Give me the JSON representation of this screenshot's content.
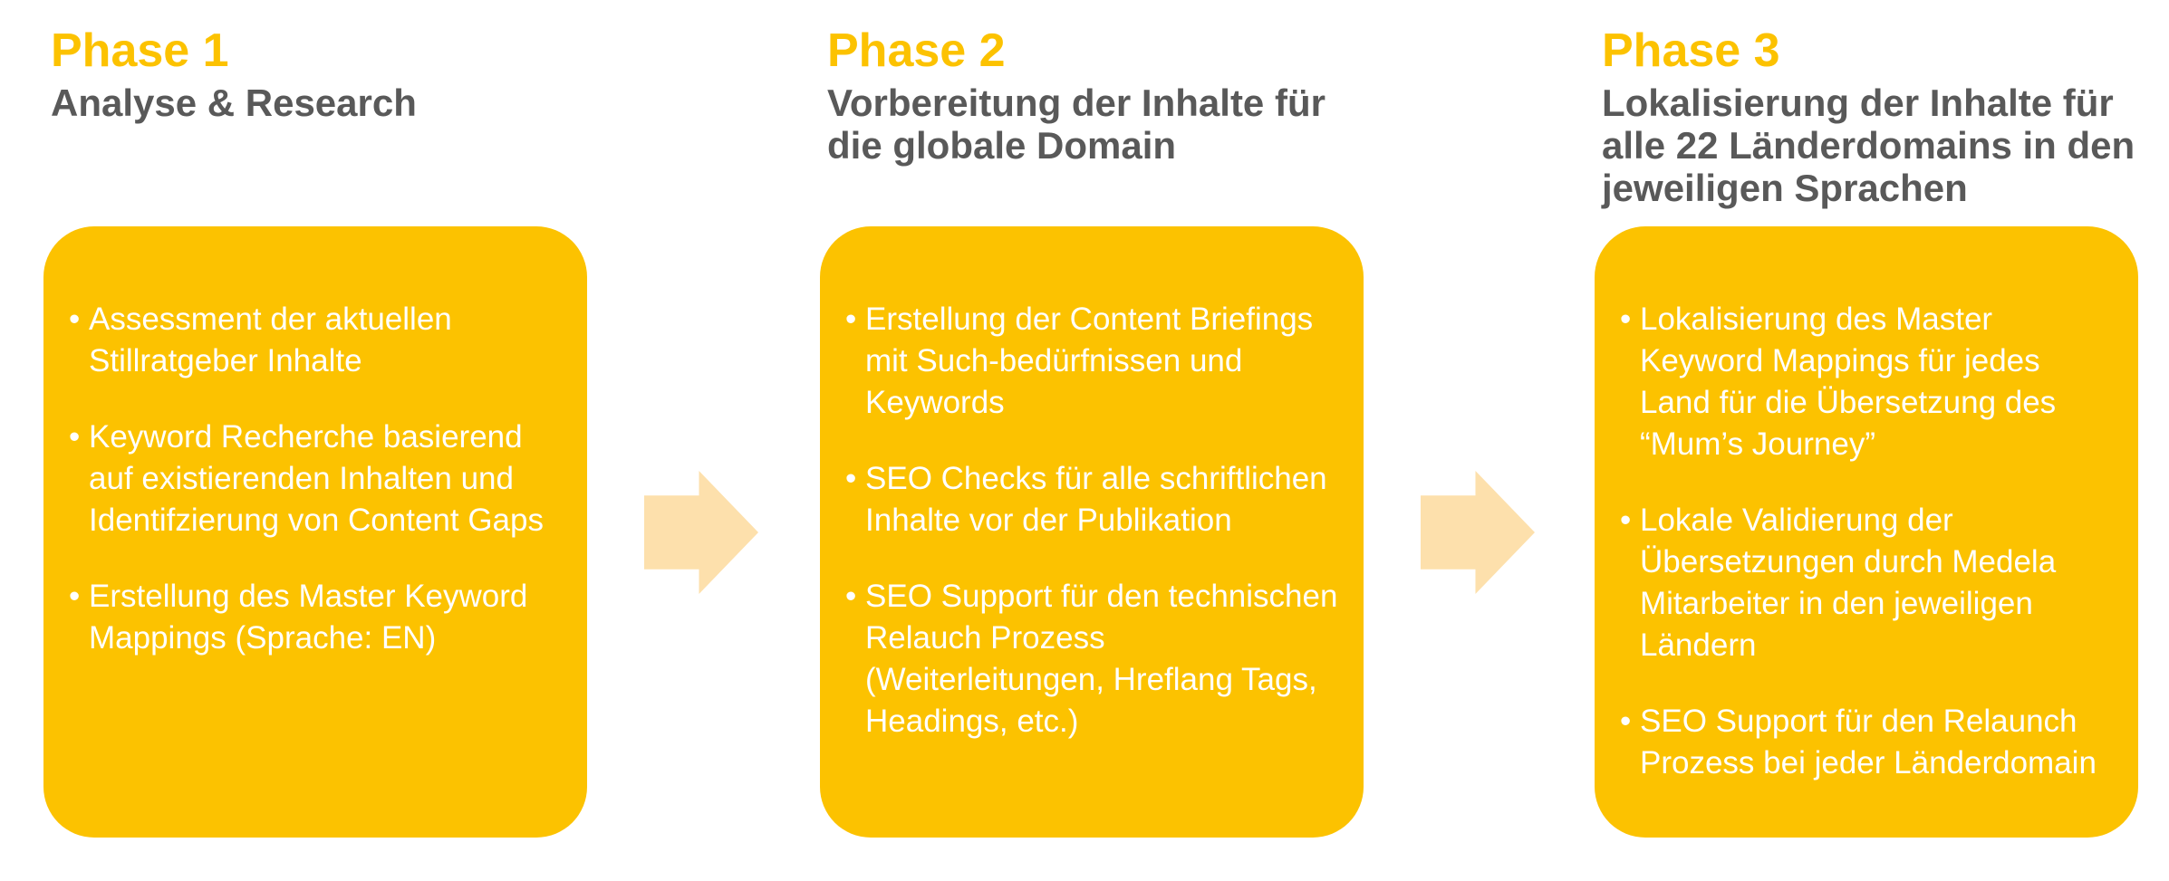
{
  "slide": {
    "background": "#FFFFFF",
    "bullet_char": "•",
    "colors": {
      "slide_background": "#FFFFFF",
      "phase_title_yellow": "#FCC200",
      "box_yellow": "#FCC200",
      "arrow_light_yellow": "#FDE0AC",
      "subtitle_gray": "#595959",
      "bullet_white": "#FFFFFF"
    },
    "phases": [
      {
        "title": "Phase 1",
        "subtitle": "Analyse & Research",
        "subtitle_lines": [
          "Analyse & Research"
        ],
        "bullets": [
          "Assessment der aktuellen Stillratgeber Inhalte",
          "Keyword Recherche basierend auf existierenden Inhalten und Identifzierung von Content Gaps",
          "Erstellung des Master Keyword Mappings (Sprache: EN)"
        ]
      },
      {
        "title": "Phase 2",
        "subtitle": "Vorbereitung der Inhalte für die globale Domain",
        "subtitle_lines": [
          "Vorbereitung der Inhalte für",
          "die globale Domain"
        ],
        "bullets": [
          "Erstellung der Content Briefings mit Such-bedürfnissen und Keywords",
          "SEO Checks für alle schriftlichen Inhalte vor der Publikation",
          "SEO Support für den technischen Relauch Prozess (Weiterleitungen, Hreflang Tags, Headings, etc.)"
        ]
      },
      {
        "title": "Phase 3",
        "subtitle": "Lokalisierung der Inhalte für alle 22 Länderdomains in den jeweiligen Sprachen",
        "subtitle_lines": [
          "Lokalisierung der Inhalte für",
          "alle 22 Länderdomains in den",
          "jeweiligen Sprachen"
        ],
        "bullets": [
          "Lokalisierung des Master Keyword Mappings für jedes Land für die Übersetzung des “Mum’s Journey”",
          "Lokale Validierung der Übersetzungen durch Medela Mitarbeiter in den jeweiligen Ländern",
          "SEO Support für den Relaunch Prozess bei jeder Länderdomain"
        ]
      }
    ],
    "arrows": [
      {
        "name": "arrow-phase1-to-phase2",
        "direction": "right"
      },
      {
        "name": "arrow-phase2-to-phase3",
        "direction": "right"
      }
    ]
  }
}
